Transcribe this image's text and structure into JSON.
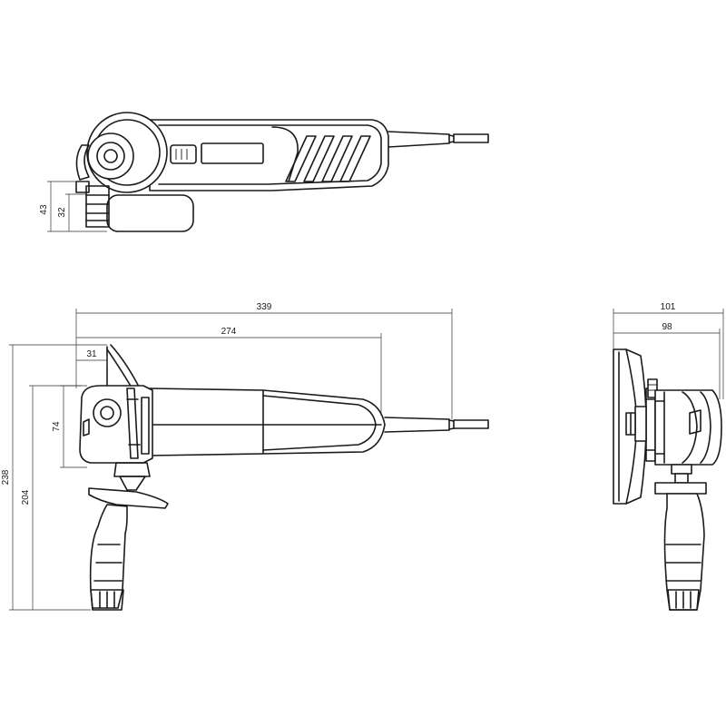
{
  "dimensions": {
    "top_height_43": "43",
    "top_height_32": "32",
    "overall_length_339": "339",
    "body_length_274": "274",
    "guard_offset_31": "31",
    "head_height_74": "74",
    "handle_height_238": "238",
    "handle_height_204": "204",
    "front_width_101": "101",
    "front_width_98": "98"
  },
  "colors": {
    "line": "#1a1a1a",
    "background": "#ffffff"
  }
}
